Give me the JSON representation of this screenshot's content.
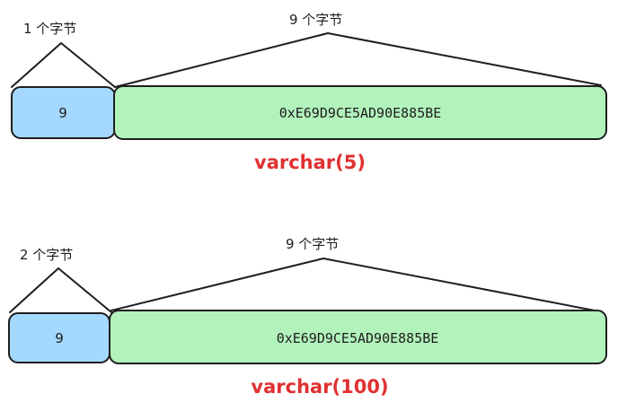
{
  "colors": {
    "length_box": "#a5d8ff",
    "data_box": "#b2f2bb",
    "type_label": "#e03131",
    "stroke": "#1e1e1e"
  },
  "rows": [
    {
      "prefix_note": "1 个字节",
      "data_note": "9  个字节",
      "length_value": "9",
      "hex_value": "0xE69D9CE5AD90E885BE",
      "type_label": "varchar(5)"
    },
    {
      "prefix_note": "2 个字节",
      "data_note": "9  个字节",
      "length_value": "9",
      "hex_value": "0xE69D9CE5AD90E885BE",
      "type_label": "varchar(100)"
    }
  ]
}
